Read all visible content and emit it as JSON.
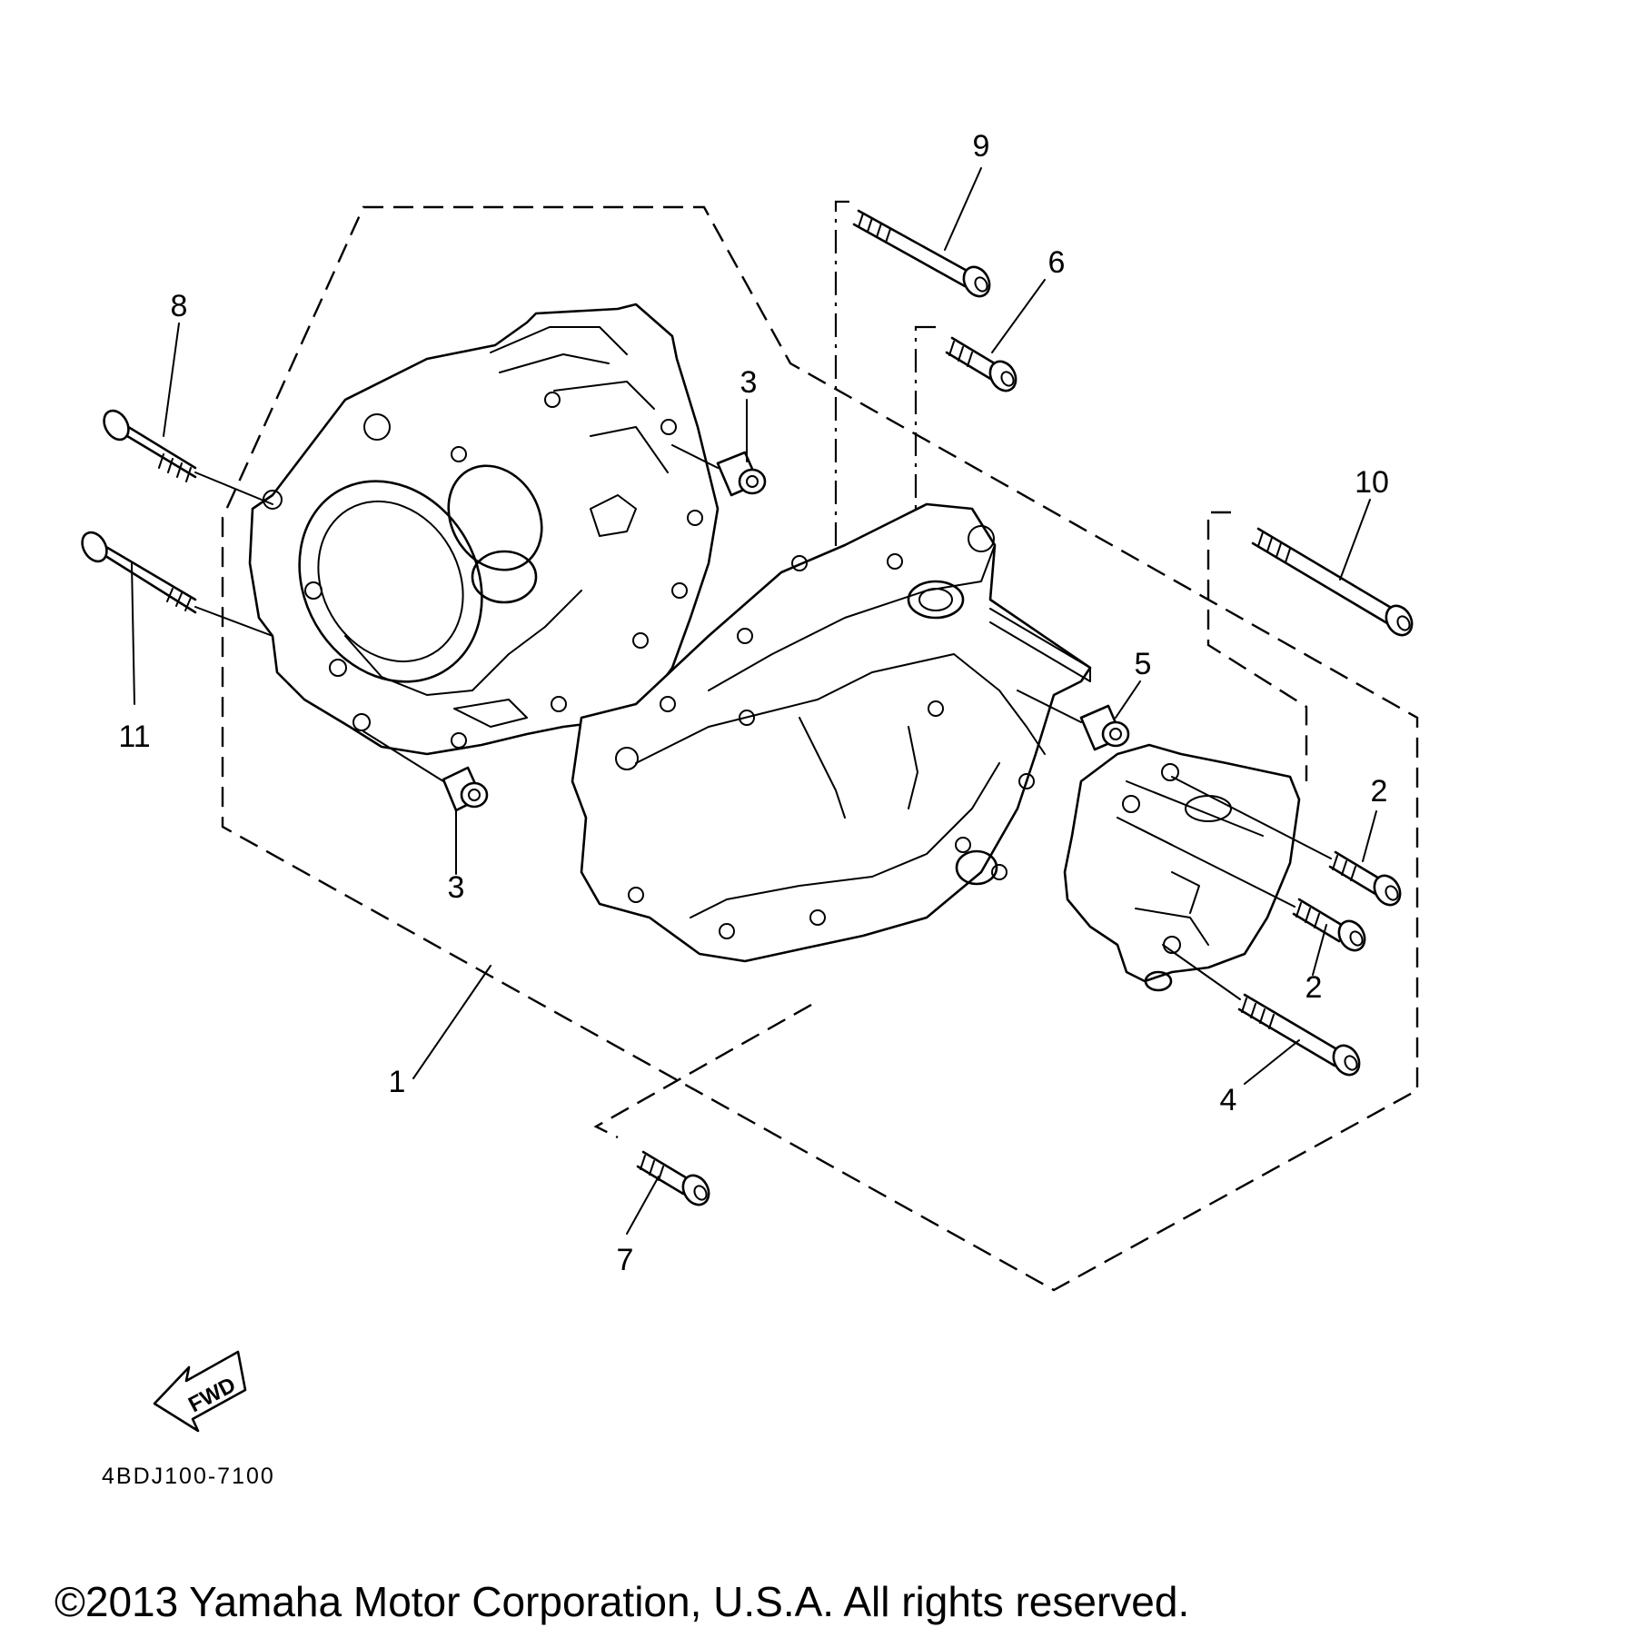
{
  "diagram_code": "4BDJ100-7100",
  "fwd_label": "FWD",
  "copyright": "©2013 Yamaha Motor Corporation, U.S.A. All rights reserved.",
  "callouts": {
    "c1": "1",
    "c2a": "2",
    "c2b": "2",
    "c3a": "3",
    "c3b": "3",
    "c4": "4",
    "c5": "5",
    "c6": "6",
    "c7": "7",
    "c8": "8",
    "c9": "9",
    "c10": "10",
    "c11": "11"
  }
}
